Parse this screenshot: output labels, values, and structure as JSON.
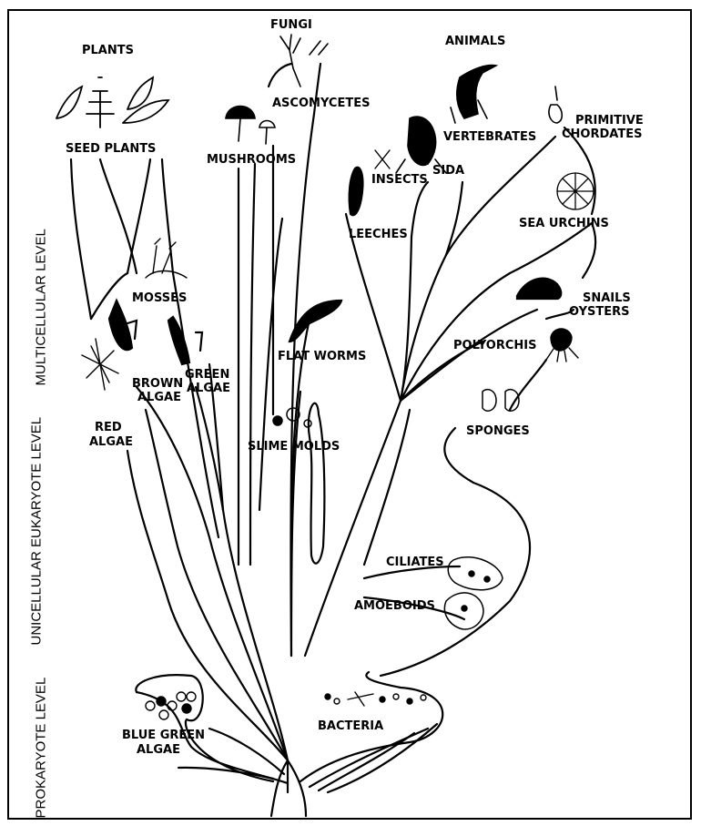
{
  "levels": {
    "multicellular": "MULTICELLULAR LEVEL",
    "unicellular": "UNICELLULAR EUKARYOTE LEVEL",
    "prokaryote": "PROKARYOTE LEVEL"
  },
  "labels": {
    "fungi": "FUNGI",
    "plants": "PLANTS",
    "animals": "ANIMALS",
    "ascomycetes": "ASCOMYCETES",
    "seed_plants": "SEED PLANTS",
    "mushrooms": "MUSHROOMS",
    "vertebrates": "VERTEBRATES",
    "primitive_chordates_1": "PRIMITIVE",
    "primitive_chordates_2": "CHORDATES",
    "insects": "INSECTS",
    "sida": "SIDA",
    "leeches": "LEECHES",
    "sea_urchins": "SEA URCHINS",
    "mosses": "MOSSES",
    "snails_oysters_1": "SNAILS",
    "snails_oysters_2": "OYSTERS",
    "flat_worms": "FLAT WORMS",
    "polyorchis": "POLYORCHIS",
    "brown_algae_1": "BROWN",
    "brown_algae_2": "ALGAE",
    "green_algae_1": "GREEN",
    "green_algae_2": "ALGAE",
    "red_algae_1": "RED",
    "red_algae_2": "ALGAE",
    "sponges": "SPONGES",
    "slime_molds": "SLIME MOLDS",
    "ciliates": "CILIATES",
    "amoeboids": "AMOEBOIDS",
    "blue_green_algae_1": "BLUE GREEN",
    "blue_green_algae_2": "ALGAE",
    "bacteria": "BACTERIA"
  },
  "colors": {
    "ink": "#000000",
    "paper": "#ffffff"
  }
}
